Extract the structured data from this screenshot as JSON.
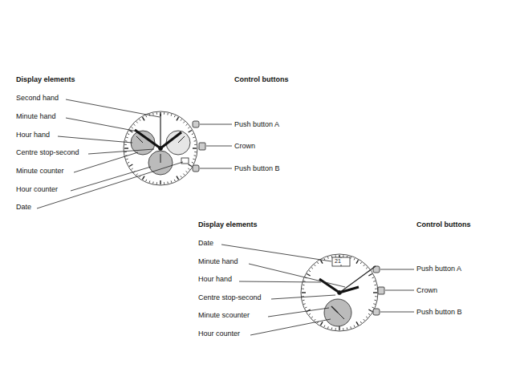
{
  "diagram": {
    "labels": [
      "Display elements",
      "Second hand",
      "Minute hand",
      "Hour hand",
      "Centre stop-second",
      "Minute counter",
      "Hour counter",
      "Date",
      "Control buttons",
      "Push button A",
      "Crown",
      "Push button B",
      "Display elements",
      "Date",
      "Minute hand",
      "Hour hand",
      "Centre stop-second",
      "Minute scounter",
      "Hour counter",
      "Control buttons",
      "Push button A",
      "Crown",
      "Push button B",
      "21"
    ]
  }
}
